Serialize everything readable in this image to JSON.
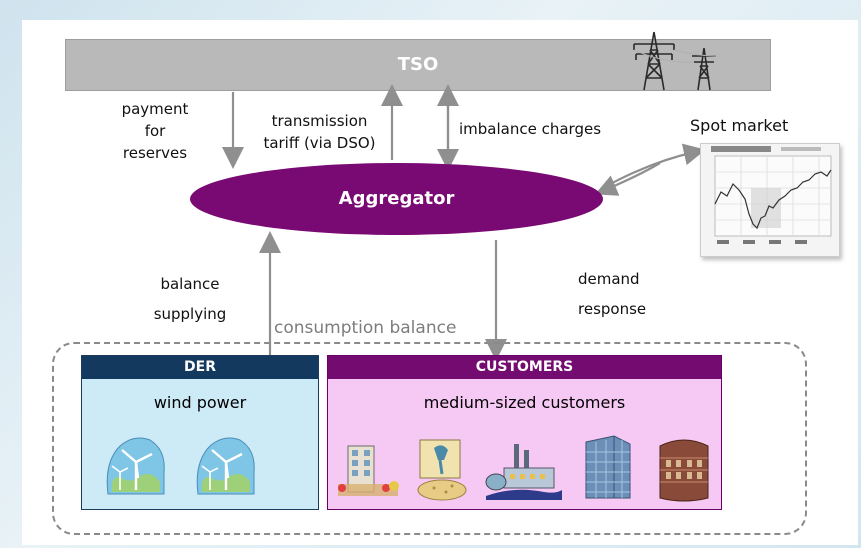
{
  "tso": {
    "label": "TSO"
  },
  "aggregator": {
    "label": "Aggregator"
  },
  "flows": {
    "payment_for_reserves": [
      "payment",
      "for",
      "reserves"
    ],
    "transmission_tariff": [
      "transmission",
      "tariff (via DSO)"
    ],
    "imbalance_charges": "imbalance charges",
    "spot_market": "Spot market",
    "balance_supplying": [
      "balance",
      "supplying"
    ],
    "demand_response": [
      "demand",
      "response"
    ],
    "consumption_balance": "consumption balance"
  },
  "der": {
    "header": "DER",
    "subtitle": "wind power",
    "icons": [
      "wind-turbine-icon",
      "wind-turbine-icon"
    ]
  },
  "customers": {
    "header": "CUSTOMERS",
    "subtitle": "medium-sized customers",
    "icons": [
      "apartment-building-icon",
      "food-processing-icon",
      "factory-icon",
      "office-tower-icon",
      "round-building-icon"
    ]
  },
  "colors": {
    "aggregator": "#7a0a73",
    "der_header": "#133a5e",
    "der_fill": "#cdeaf7",
    "customers_header": "#740b70",
    "customers_fill": "#f6c8f4",
    "tso_bar": "#b9b9b9"
  }
}
